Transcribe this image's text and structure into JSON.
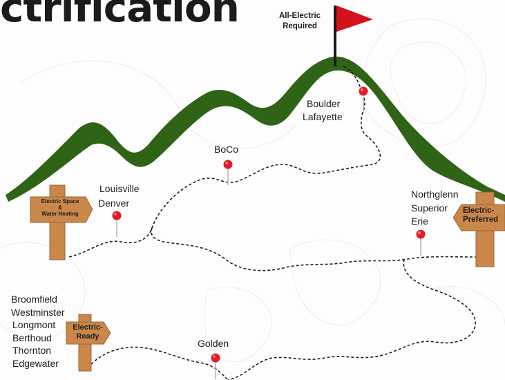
{
  "title": "ctrification",
  "flag": {
    "label_line1": "All-Electric",
    "label_line2": "Required",
    "color": "#d4121a"
  },
  "mountain_color": "#2f6316",
  "signs": {
    "space_water": {
      "line1": "Electric Space",
      "line2": "&",
      "line3": "Water Heating"
    },
    "ready": {
      "line1": "Electric-",
      "line2": "Ready"
    },
    "preferred": {
      "line1": "Electric-",
      "line2": "Preferred"
    }
  },
  "sign_color": "#c9884a",
  "pin_color": "#e01d25",
  "towns": {
    "boulder_group": [
      "Boulder",
      "Lafayette"
    ],
    "boco": [
      "BoCo"
    ],
    "louisville_group": [
      "Louisville",
      "Denver"
    ],
    "northglenn_group": [
      "Northglenn",
      "Superior",
      "Erie"
    ],
    "broomfield_group": [
      "Broomfield",
      "Westminster",
      "Longmont",
      "Berthoud",
      "Thornton",
      "Edgewater"
    ],
    "golden": [
      "Golden"
    ]
  }
}
